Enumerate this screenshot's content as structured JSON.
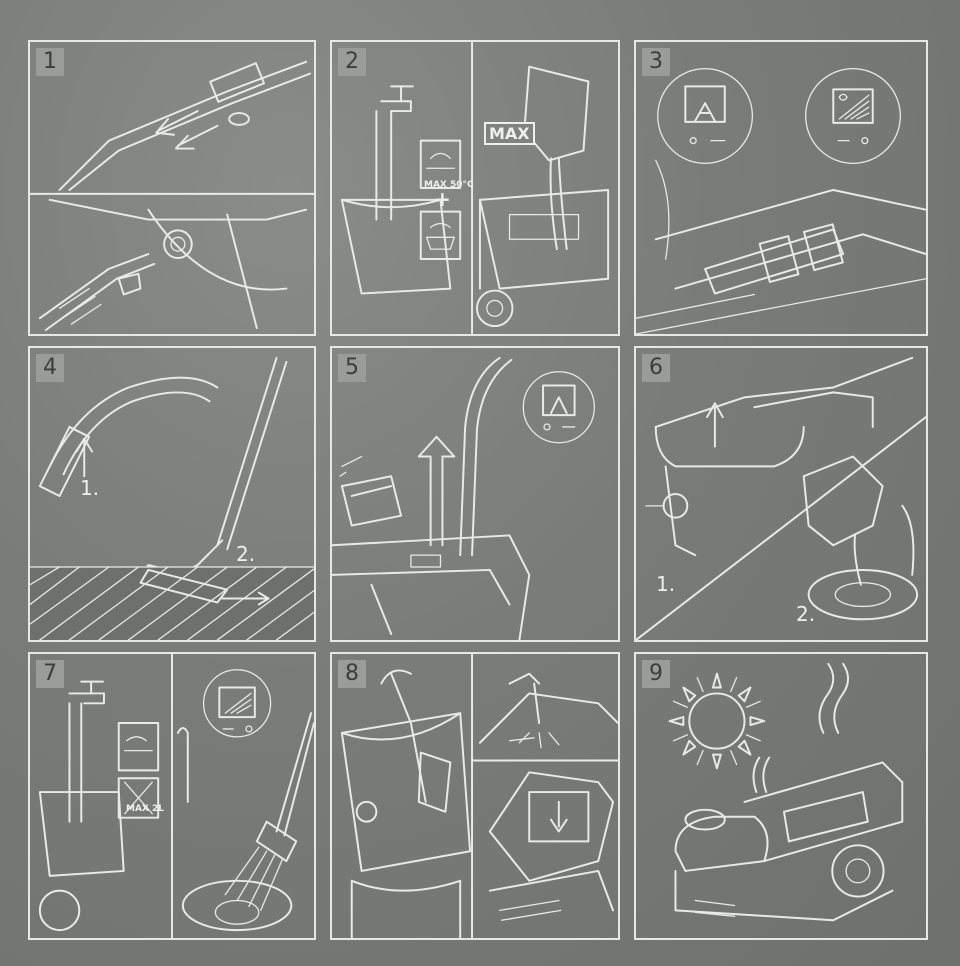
{
  "panels": [
    {
      "number": "1"
    },
    {
      "number": "2",
      "max_label": "MAX",
      "temp_label": "MAX 50°C",
      "plus": "+"
    },
    {
      "number": "3"
    },
    {
      "number": "4",
      "step1": "1.",
      "step2": "2."
    },
    {
      "number": "5"
    },
    {
      "number": "6",
      "step1": "1.",
      "step2": "2."
    },
    {
      "number": "7",
      "max_label": "MAX 2L"
    },
    {
      "number": "8"
    },
    {
      "number": "9"
    }
  ]
}
